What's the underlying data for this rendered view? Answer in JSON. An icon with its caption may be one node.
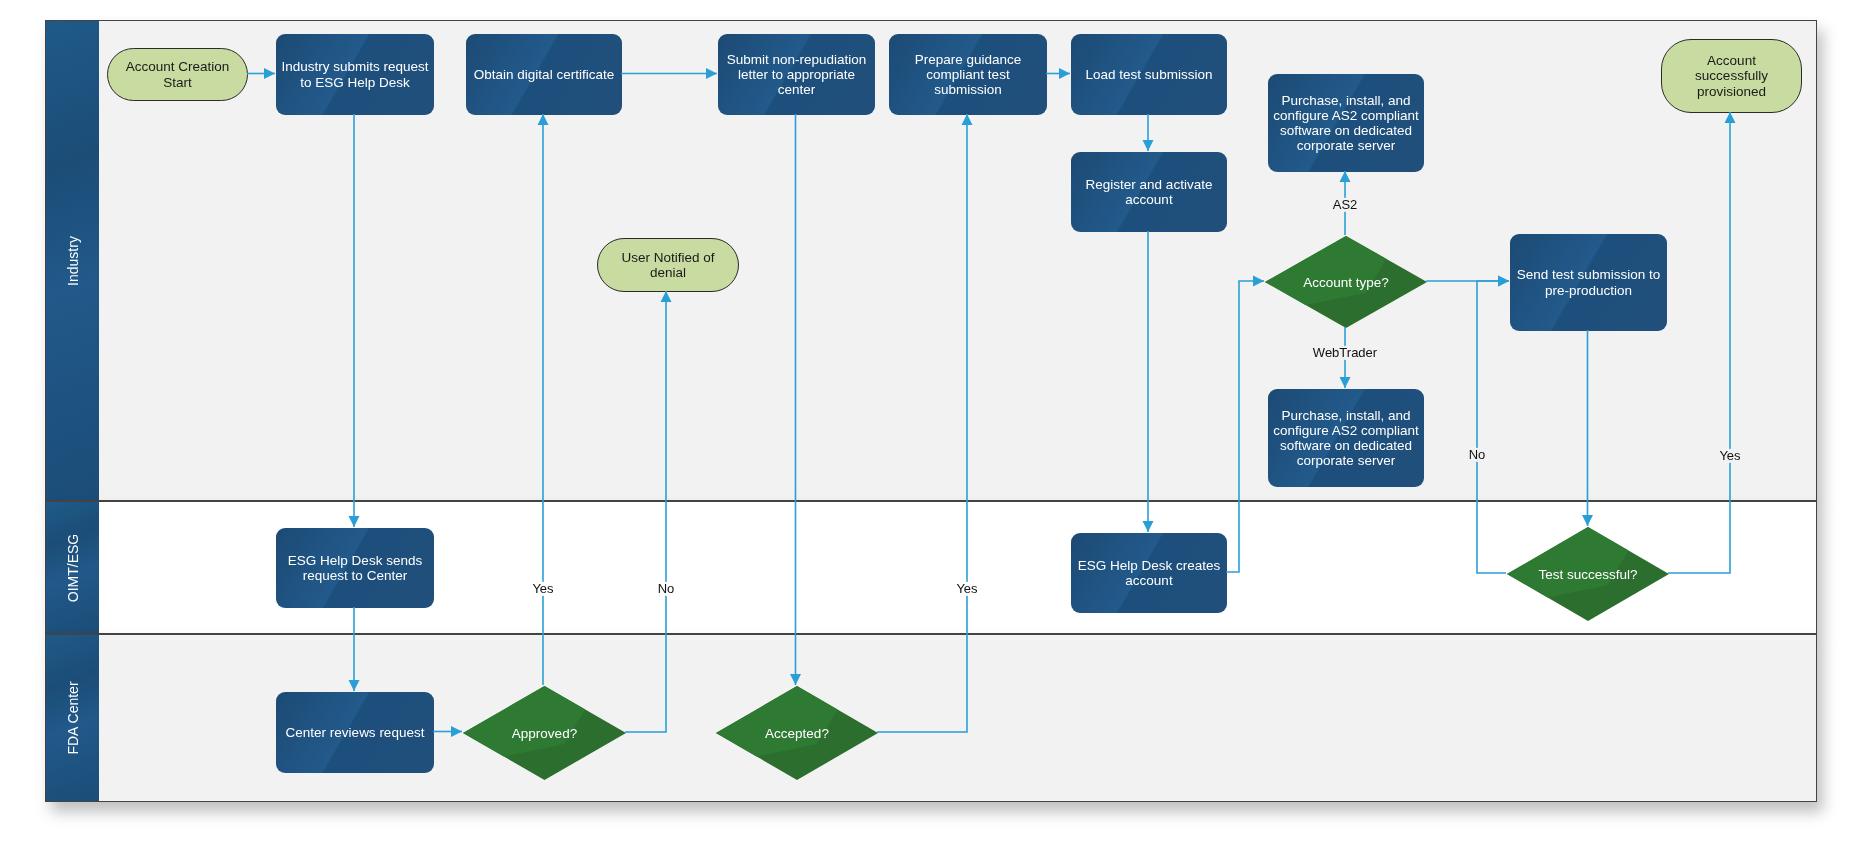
{
  "diagram": {
    "nodes": [
      {
        "text": [
          "Industry"
        ]
      },
      {
        "text": [
          "OIMT/ESG"
        ]
      },
      {
        "text": [
          "FDA Center"
        ]
      },
      {
        "text": [
          "Account Creation Start"
        ],
        "in": 0
      },
      {
        "text": [
          "Industry submits request to ESG Help Desk"
        ],
        "in": 0
      },
      {
        "text": [
          "Obtain digital certificate"
        ],
        "in": 0
      },
      {
        "text": [
          "Submit non-repudiation letter to appropriate center"
        ],
        "in": 0
      },
      {
        "text": [
          "Prepare guidance compliant test submission"
        ],
        "in": 0
      },
      {
        "text": [
          "Load test submission"
        ],
        "in": 0
      },
      {
        "text": [
          "Register and activate account"
        ],
        "in": 0
      },
      {
        "text": [
          "Purchase, install, and configure AS2 compliant software on dedicated corporate server"
        ],
        "in": 0
      },
      {
        "text": [
          "Account type?"
        ],
        "in": 0
      },
      {
        "text": [
          "Send test submission to pre-production"
        ],
        "in": 0
      },
      {
        "text": [
          "Purchase, install, and configure AS2 compliant software on dedicated corporate server"
        ],
        "in": 0
      },
      {
        "text": [
          "Account successfully provisioned"
        ],
        "in": 0
      },
      {
        "text": [
          "User Notified of denial"
        ],
        "in": 0
      },
      {
        "text": [
          "ESG Help Desk sends request to Center"
        ],
        "in": 1
      },
      {
        "text": [
          "ESG Help Desk creates account"
        ],
        "in": 1
      },
      {
        "text": [
          "Test successful?"
        ],
        "in": 1
      },
      {
        "text": [
          "Center reviews request"
        ],
        "in": 2
      },
      {
        "text": [
          "Approved?"
        ],
        "in": 2
      },
      {
        "text": [
          "Accepted?"
        ],
        "in": 2
      }
    ],
    "edges": [
      {
        "from": 3,
        "to": 4,
        "arrow": "to"
      },
      {
        "from": 4,
        "to": 16,
        "arrow": "to"
      },
      {
        "from": 16,
        "to": 19,
        "arrow": "to"
      },
      {
        "from": 19,
        "to": 20,
        "arrow": "to"
      },
      {
        "from": 20,
        "to": 5,
        "arrow": "to",
        "label": "Yes"
      },
      {
        "from": 20,
        "to": 15,
        "arrow": "to",
        "label": "No"
      },
      {
        "from": 5,
        "to": 6,
        "arrow": "to"
      },
      {
        "from": 6,
        "to": 21,
        "arrow": "to"
      },
      {
        "from": 21,
        "to": 7,
        "arrow": "to",
        "label": "Yes"
      },
      {
        "from": 7,
        "to": 8,
        "arrow": "to"
      },
      {
        "from": 8,
        "to": 9,
        "arrow": "to"
      },
      {
        "from": 9,
        "to": 17,
        "arrow": "to"
      },
      {
        "from": 17,
        "to": 11,
        "arrow": "to"
      },
      {
        "from": 11,
        "to": 10,
        "arrow": "to",
        "label": "AS2"
      },
      {
        "from": 11,
        "to": 13,
        "arrow": "to",
        "label": "WebTrader"
      },
      {
        "from": 11,
        "to": 12,
        "arrow": "to"
      },
      {
        "from": 12,
        "to": 18,
        "arrow": "to"
      },
      {
        "from": 18,
        "to": 12,
        "arrow": "to",
        "label": "No"
      },
      {
        "from": 18,
        "to": 14,
        "arrow": "to",
        "label": "Yes"
      }
    ]
  }
}
